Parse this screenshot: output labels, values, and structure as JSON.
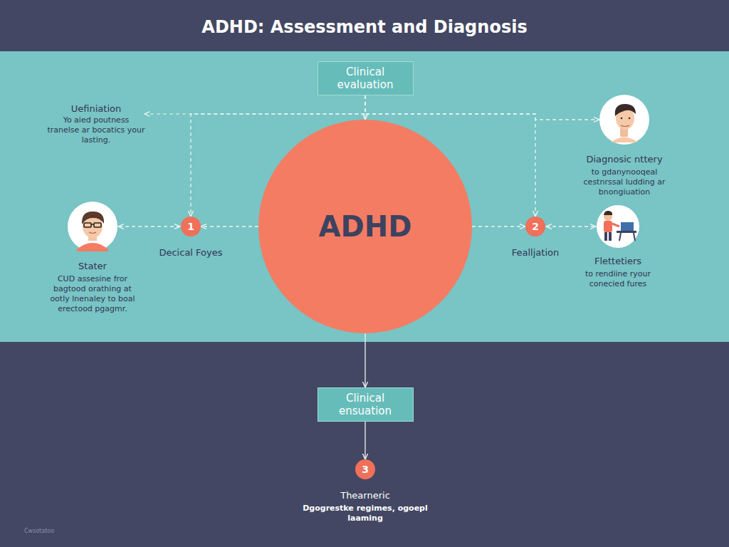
{
  "diagram": {
    "title": "ADHD: Assessment and Diagnosis",
    "nodes": [
      {
        "text": [
          "Clinical evaluation"
        ]
      },
      {
        "text": [
          "ADHD"
        ]
      },
      {
        "text": [
          "1",
          "Decical Foyes"
        ]
      },
      {
        "text": [
          "2",
          "Fealljation"
        ]
      },
      {
        "text": [
          "Clinical ensuation"
        ]
      },
      {
        "text": [
          "3",
          "Thearneric",
          "Dgogrestke regimes, ogoepl laaming"
        ]
      },
      {
        "text": [
          "Stater",
          "CUD assesine fror bagtood orathing at ootly lnenaley to boal erectood pgagmr."
        ]
      },
      {
        "text": [
          "Diagnosic nttery",
          "to gdanynooqeal cestnrssal ludding ar bnongiuation"
        ]
      },
      {
        "text": [
          "Flettetiers",
          "to rendiine ryour conecied fures"
        ]
      }
    ],
    "edges": [
      {
        "from": 0,
        "to": 1,
        "arrow": "to"
      },
      {
        "from": 0,
        "to": 2,
        "arrow": "to"
      },
      {
        "from": 0,
        "to": 3,
        "arrow": "to"
      },
      {
        "from": 0,
        "to": 7,
        "arrow": "to"
      },
      {
        "from": 1,
        "to": 2,
        "arrow": "to"
      },
      {
        "from": 2,
        "to": 6,
        "arrow": "both"
      },
      {
        "from": 1,
        "to": 3,
        "arrow": "to"
      },
      {
        "from": 3,
        "to": 8,
        "arrow": "both"
      },
      {
        "from": 1,
        "to": 4,
        "arrow": "to"
      },
      {
        "from": 4,
        "to": 5,
        "arrow": "to"
      }
    ],
    "labels": [
      "Uefiniation",
      "Yo aied poutness tranelse ar bocatics your lasting.",
      "Cwsotatoo"
    ]
  }
}
